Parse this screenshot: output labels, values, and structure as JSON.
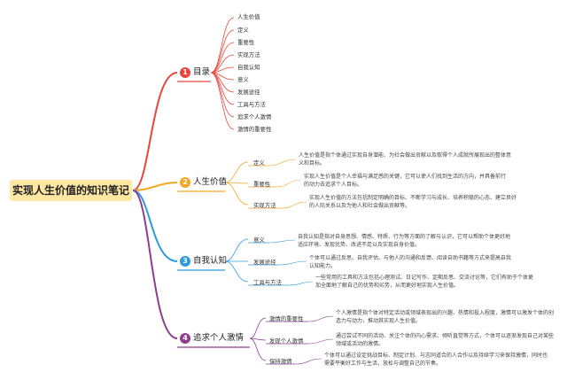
{
  "root": {
    "title": "实现人生价值的知识笔记"
  },
  "branches": [
    {
      "id": "b1",
      "number": "1",
      "label": "目录",
      "color": "#e8463c",
      "items": [
        "人生价值",
        "定义",
        "重要性",
        "实现方法",
        "自我认知",
        "意义",
        "发展途径",
        "工具与方法",
        "追求个人激情",
        "激情的重要性"
      ]
    },
    {
      "id": "b2",
      "number": "2",
      "label": "人生价值",
      "color": "#f5a623",
      "subs": [
        {
          "label": "定义",
          "text": "人生价值是指个体通过实现自身潜能、为社会做出贡献以及取得个人成就所展现出的整体意义和目标。"
        },
        {
          "label": "重要性",
          "text": "实现人生价值是个人幸福与满足感的关键，它可以使人们找到生活的方向，并具备前行的动力去追求个人目标。"
        },
        {
          "label": "实现方法",
          "text": "实现人生价值的方法包括制定明确的目标、不断学习与成长、培养积极的心态、建立良好的人际关系以及为他人和社会做出贡献等。"
        }
      ]
    },
    {
      "id": "b3",
      "number": "3",
      "label": "自我认知",
      "color": "#2e9ae0",
      "subs": [
        {
          "label": "意义",
          "text": "自我认知是指对自身思想、情感、特质、行为等方面的了解与认识，它可以帮助个体更好地适应环境、发现优势、改进不足以及实现自身价值。"
        },
        {
          "label": "发展途径",
          "text": "个体可以通过反思、自我评估、与他人的沟通和反馈、阅读自助书籍等方式来提高自我认知能力。"
        },
        {
          "label": "工具与方法",
          "text": "一些常用的工具和方法包括心理测试、日记写作、定期反思、交流讨论等，它们有助于个体更加全面地了解自己的优势和劣势，从而更好地实现人生价值。"
        }
      ]
    },
    {
      "id": "b4",
      "number": "4",
      "label": "追求个人激情",
      "color": "#8e3d91",
      "subs": [
        {
          "label": "激情的重要性",
          "text": "个人激情是指个体对特定活动或领域表现出的兴趣、热情和投入程度，激情可以激发个体的创造力与动力，推动其实现人生价值。"
        },
        {
          "label": "发现个人激情",
          "text": "通过尝试不同的活动、关注个体的内心需求、倾听直觉等方式，个体可以逐渐发现自己对某些领域或活动的激情。"
        },
        {
          "label": "保持激情",
          "text": "个体可以通过设定挑战目标、制定计划、与志同道合的人合作以及持续学习来保持激情，同时也需要平衡好工作与生活，放松与调整自己的节奏。"
        }
      ]
    }
  ]
}
